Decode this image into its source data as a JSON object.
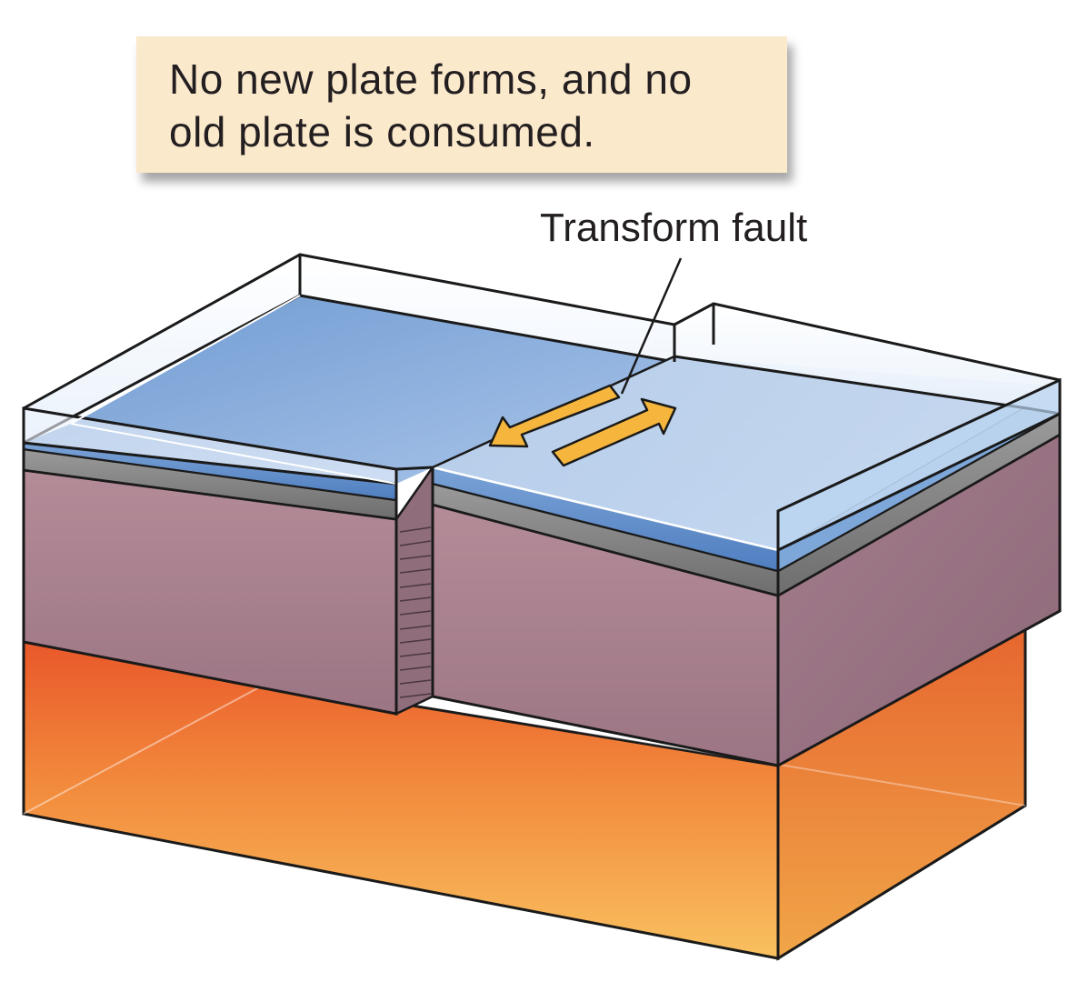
{
  "caption": {
    "line1": "No new plate forms, and no",
    "line2": "old plate is consumed."
  },
  "label": {
    "transform_fault": "Transform fault"
  },
  "colors": {
    "caption_background": "#fbe9cc",
    "ocean_surface": "#7aa3d4",
    "ocean_deep": "#5584c4",
    "crust": "#a77f8a",
    "sediment": "#8a8a8a",
    "mantle_top": "#ee6a2e",
    "mantle_bottom": "#f8b75a",
    "motion_arrow": "#f6b53d",
    "outline": "#1a1a1a"
  }
}
